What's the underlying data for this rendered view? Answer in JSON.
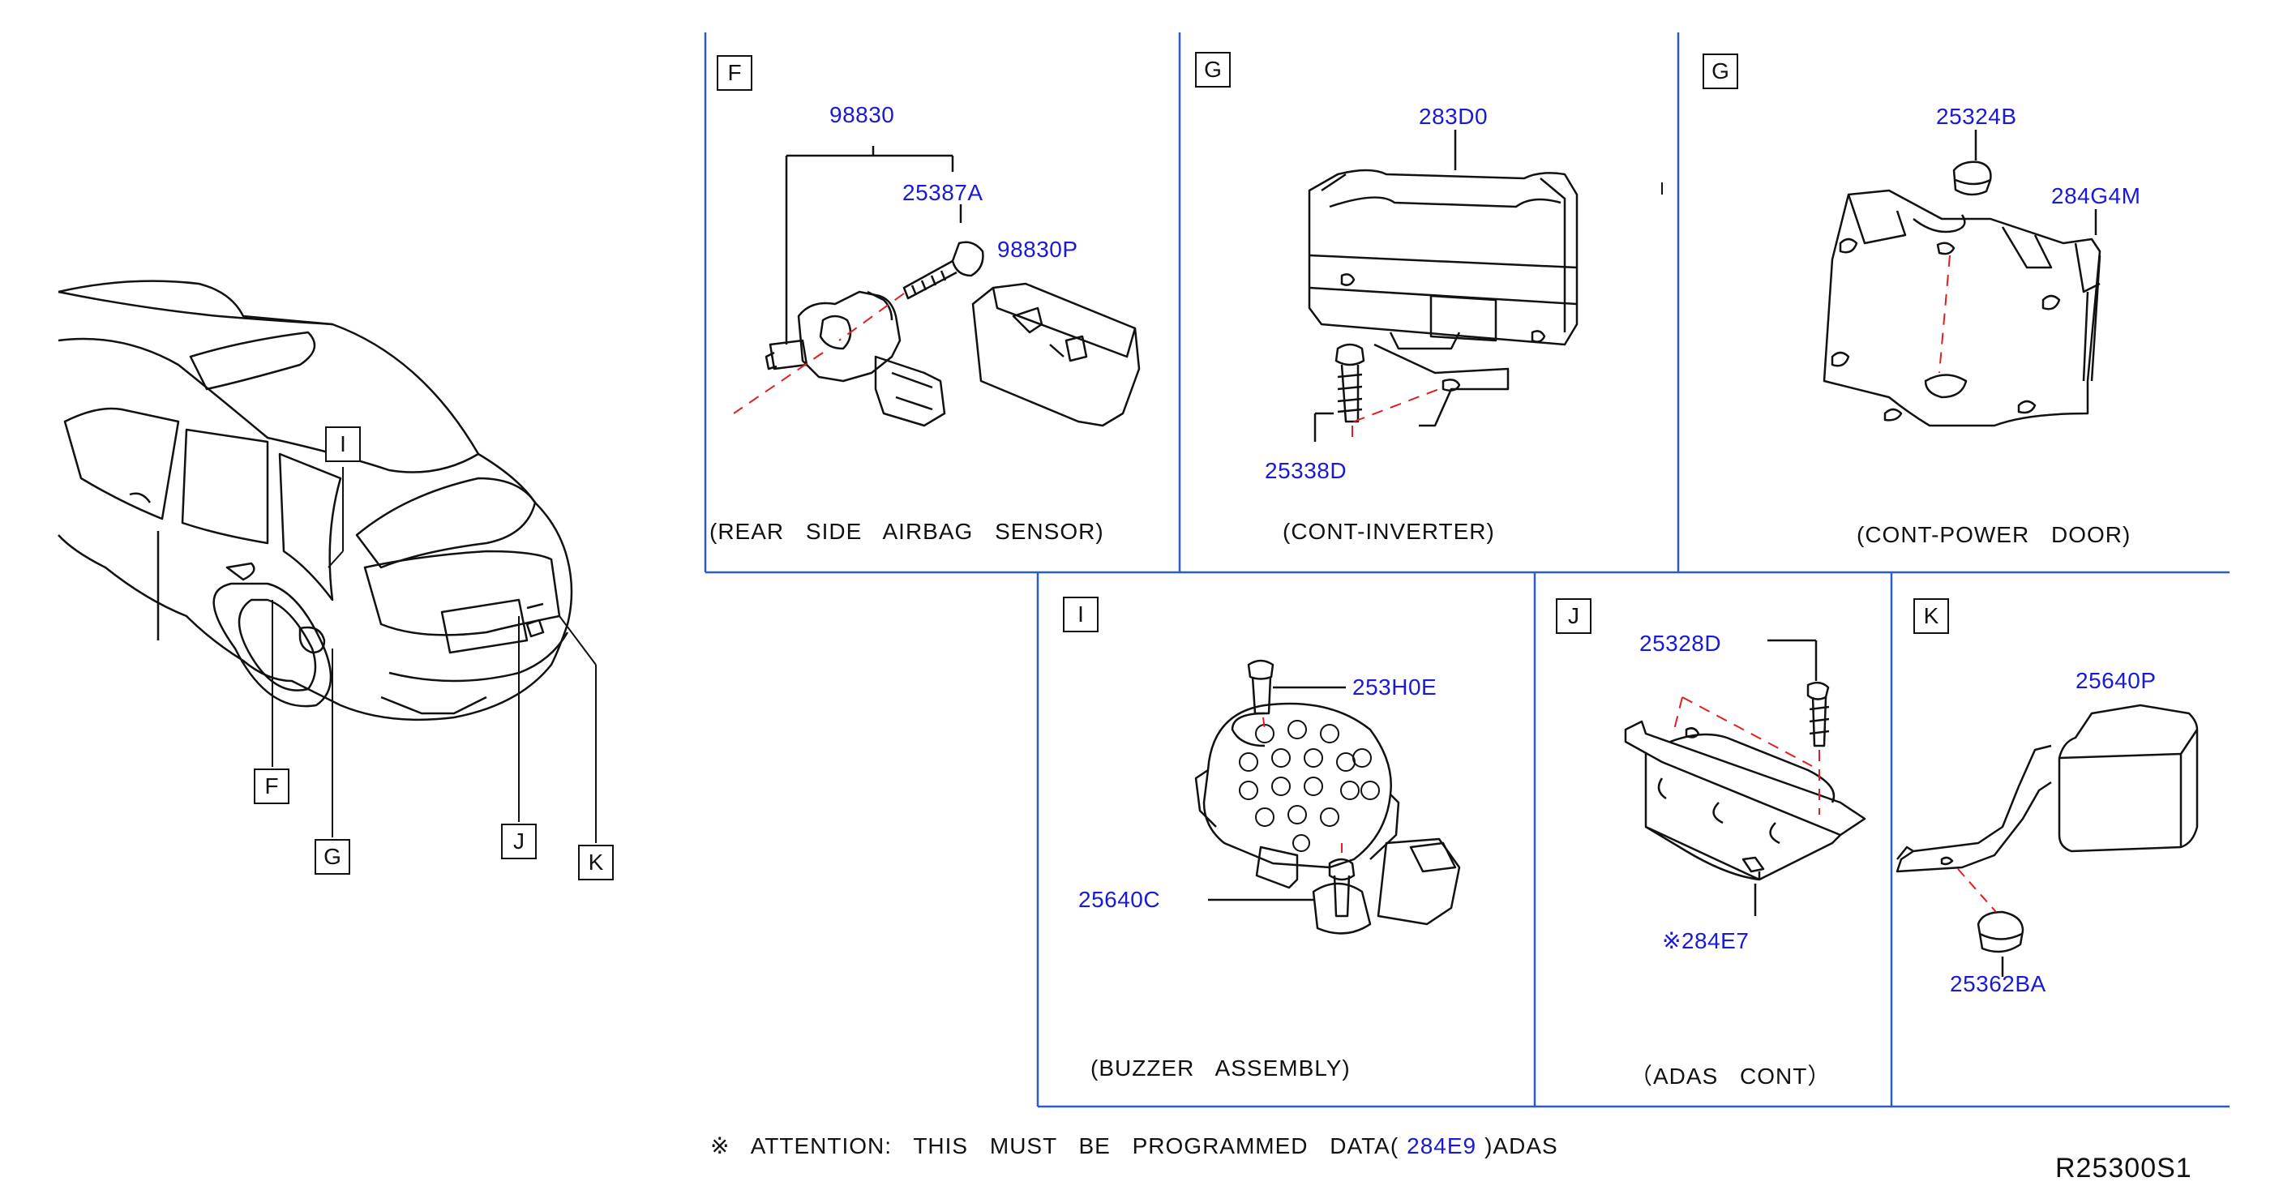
{
  "vehicle_callouts": [
    "I",
    "F",
    "G",
    "J",
    "K"
  ],
  "panels": {
    "f": {
      "key": "F",
      "parts": [
        "98830",
        "25387A",
        "98830P"
      ],
      "caption": "(REAR SIDE AIRBAG SENSOR)"
    },
    "g1": {
      "key": "G",
      "parts": [
        "283D0",
        "25338D"
      ],
      "caption": "(CONT-INVERTER)"
    },
    "g2": {
      "key": "G",
      "parts": [
        "25324B",
        "284G4M"
      ],
      "caption": "(CONT-POWER DOOR)"
    },
    "i": {
      "key": "I",
      "parts": [
        "253H0E",
        "25640C"
      ],
      "caption": "(BUZZER ASSEMBLY)"
    },
    "j": {
      "key": "J",
      "parts": [
        "25328D",
        "※284E7"
      ],
      "caption": "（ADAS CONT）"
    },
    "k": {
      "key": "K",
      "parts": [
        "25640P",
        "25362BA"
      ]
    }
  },
  "footer": {
    "note_prefix": "※ ATTENTION: THIS MUST BE PROGRAMMED DATA(",
    "note_part": "284E9",
    "note_suffix": ")ADAS",
    "diagram_code": "R25300S1"
  },
  "colors": {
    "line": "#2b5fbf",
    "part_number": "#1a1ad6",
    "hidden_line": "#e02020"
  }
}
